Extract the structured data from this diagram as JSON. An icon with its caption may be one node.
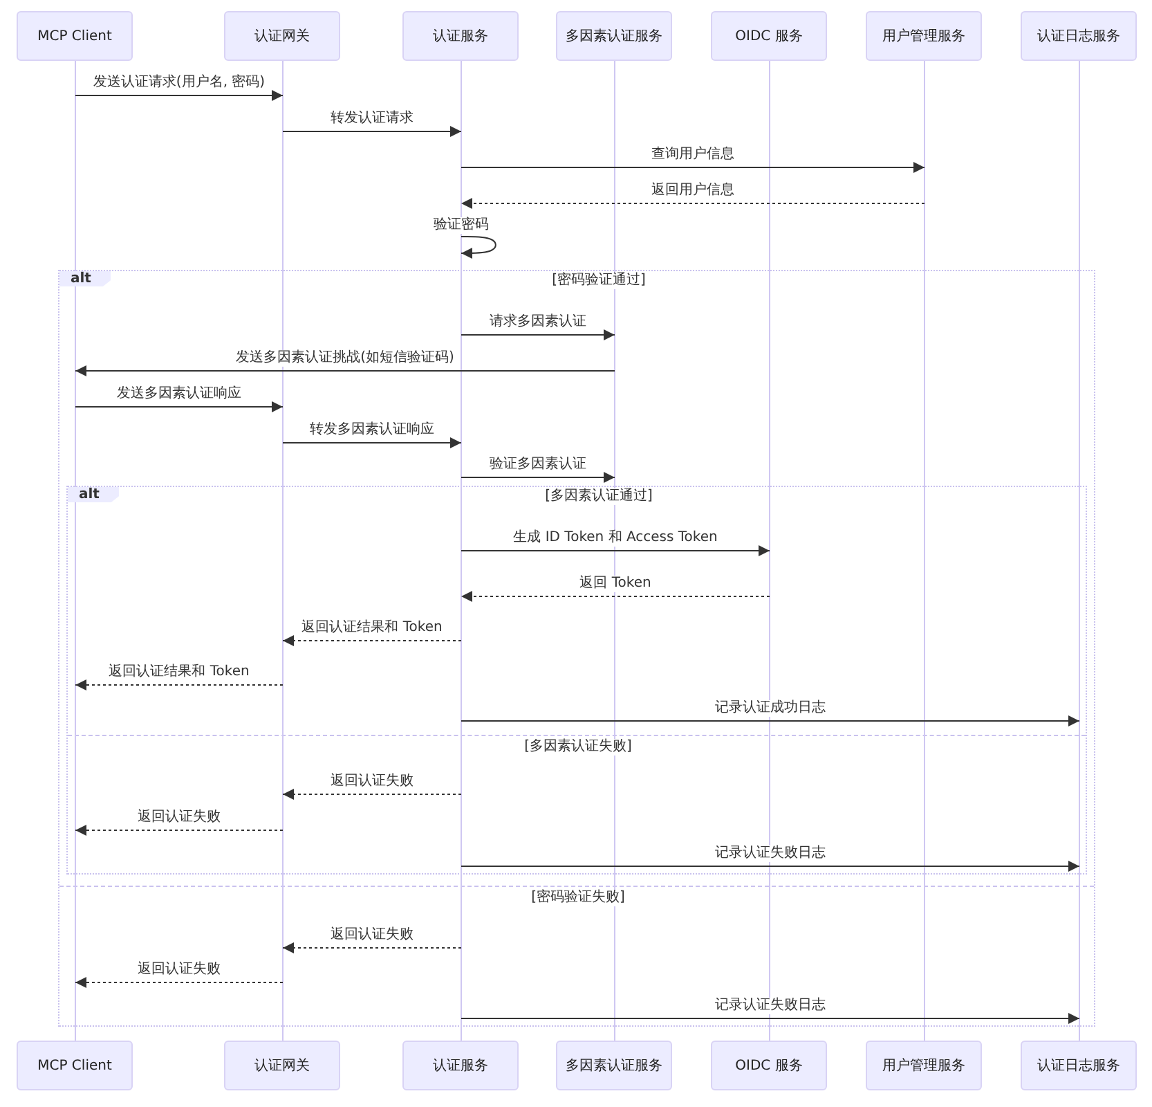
{
  "diagram": {
    "nodes": [
      {
        "text": [
          "MCP Client"
        ]
      },
      {
        "text": [
          "认证网关"
        ]
      },
      {
        "text": [
          "认证服务"
        ]
      },
      {
        "text": [
          "多因素认证服务"
        ]
      },
      {
        "text": [
          "OIDC 服务"
        ]
      },
      {
        "text": [
          "用户管理服务"
        ]
      },
      {
        "text": [
          "认证日志服务"
        ]
      },
      {
        "text": [
          "MCP Client"
        ]
      },
      {
        "text": [
          "认证网关"
        ]
      },
      {
        "text": [
          "认证服务"
        ]
      },
      {
        "text": [
          "多因素认证服务"
        ]
      },
      {
        "text": [
          "OIDC 服务"
        ]
      },
      {
        "text": [
          "用户管理服务"
        ]
      },
      {
        "text": [
          "认证日志服务"
        ]
      },
      {
        "text": [],
        "shape": "bar"
      },
      {
        "text": [],
        "shape": "bar"
      },
      {
        "text": [],
        "shape": "bar"
      },
      {
        "text": [],
        "shape": "bar"
      },
      {
        "text": [],
        "shape": "bar"
      },
      {
        "text": [],
        "shape": "bar"
      },
      {
        "text": [],
        "shape": "bar"
      }
    ],
    "edges": [
      {
        "from": 14,
        "to": 15,
        "arrow": "to",
        "label": "发送认证请求(用户名, 密码)"
      },
      {
        "from": 15,
        "to": 16,
        "arrow": "to",
        "label": "转发认证请求"
      },
      {
        "from": 16,
        "to": 19,
        "arrow": "to",
        "label": "查询用户信息"
      },
      {
        "from": 19,
        "to": 16,
        "arrow": "to",
        "label": "返回用户信息",
        "style": "dashed"
      },
      {
        "from": 16,
        "to": 16,
        "arrow": "to",
        "label": "验证密码"
      },
      {
        "from": 16,
        "to": 17,
        "arrow": "to",
        "label": "请求多因素认证"
      },
      {
        "from": 17,
        "to": 14,
        "arrow": "to",
        "label": "发送多因素认证挑战(如短信验证码)"
      },
      {
        "from": 14,
        "to": 15,
        "arrow": "to",
        "label": "发送多因素认证响应"
      },
      {
        "from": 15,
        "to": 16,
        "arrow": "to",
        "label": "转发多因素认证响应"
      },
      {
        "from": 16,
        "to": 17,
        "arrow": "to",
        "label": "验证多因素认证"
      },
      {
        "from": 16,
        "to": 18,
        "arrow": "to",
        "label": "生成 ID Token 和 Access Token"
      },
      {
        "from": 18,
        "to": 16,
        "arrow": "to",
        "label": "返回 Token",
        "style": "dashed"
      },
      {
        "from": 16,
        "to": 15,
        "arrow": "to",
        "label": "返回认证结果和 Token",
        "style": "dashed"
      },
      {
        "from": 15,
        "to": 14,
        "arrow": "to",
        "label": "返回认证结果和 Token",
        "style": "dashed"
      },
      {
        "from": 16,
        "to": 20,
        "arrow": "to",
        "label": "记录认证成功日志"
      },
      {
        "from": 16,
        "to": 15,
        "arrow": "to",
        "label": "返回认证失败",
        "style": "dashed"
      },
      {
        "from": 15,
        "to": 14,
        "arrow": "to",
        "label": "返回认证失败",
        "style": "dashed"
      },
      {
        "from": 16,
        "to": 20,
        "arrow": "to",
        "label": "记录认证失败日志"
      },
      {
        "from": 16,
        "to": 15,
        "arrow": "to",
        "label": "返回认证失败",
        "style": "dashed"
      },
      {
        "from": 15,
        "to": 14,
        "arrow": "to",
        "label": "返回认证失败",
        "style": "dashed"
      },
      {
        "from": 16,
        "to": 20,
        "arrow": "to",
        "label": "记录认证失败日志"
      }
    ],
    "labels": [
      "alt",
      "[密码验证通过]",
      "alt",
      "[多因素认证通过]",
      "[多因素认证失败]",
      "[密码验证失败]"
    ]
  }
}
